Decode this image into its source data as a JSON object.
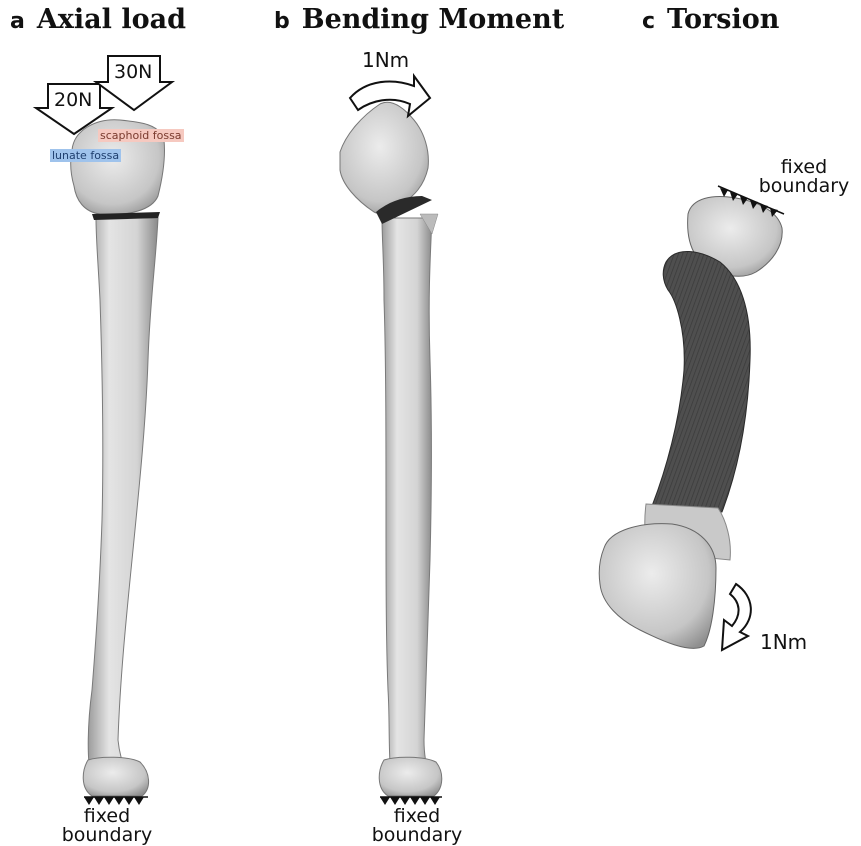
{
  "panels": {
    "a": {
      "letter": "a",
      "title": "Axial load"
    },
    "b": {
      "letter": "b",
      "title": "Bending Moment"
    },
    "c": {
      "letter": "c",
      "title": "Torsion"
    }
  },
  "loads": {
    "force_left": "20N",
    "force_right": "30N",
    "moment_b": "1Nm",
    "moment_c": "1Nm"
  },
  "fossa": {
    "scaphoid": "scaphoid fossa",
    "lunate": "lunate fossa",
    "scaphoid_color": "#f6c9c0",
    "lunate_color": "#9fc3ec"
  },
  "boundary": {
    "a_line1": "fixed",
    "a_line2": "boundary",
    "b_line1": "fixed",
    "b_line2": "boundary",
    "c_line1": "fixed",
    "c_line2": "boundary"
  },
  "colors": {
    "bone_light": "#d9d9d9",
    "bone_dark": "#4a4a4a"
  }
}
